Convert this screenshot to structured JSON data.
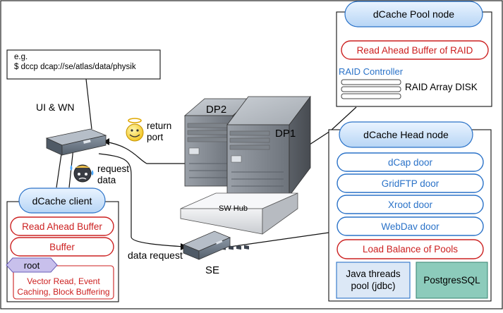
{
  "command_callout": {
    "line1": "e.g.",
    "line2": "$ dccp dcap://se/atlas/data/physik"
  },
  "ui_wn": {
    "label": "UI & WN"
  },
  "return_port": {
    "line1": "return",
    "line2": "port"
  },
  "request_data": {
    "line1": "request",
    "line2": "data"
  },
  "data_request": {
    "label": "data request"
  },
  "se": {
    "label": "SE"
  },
  "dp1": {
    "label": "DP1"
  },
  "dp2": {
    "label": "DP2"
  },
  "sw_hub": {
    "label": "SW Hub"
  },
  "pool_node": {
    "title": "dCache Pool node",
    "read_ahead": "Read Ahead Buffer of RAID",
    "raid_controller": "RAID Controller",
    "raid_disk": "RAID Array DISK"
  },
  "head_node": {
    "title": "dCache Head node",
    "doors": [
      "dCap door",
      "GridFTP door",
      "Xroot door",
      "WebDav door"
    ],
    "load_balance": "Load Balance of Pools",
    "java_threads_line1": "Java threads",
    "java_threads_line2": "pool (jdbc)",
    "postgres": "PostgresSQL"
  },
  "client": {
    "title": "dCache client",
    "read_ahead": "Read Ahead Buffer",
    "buffer": "Buffer",
    "root": "root",
    "vector_line1": "Vector Read, Event",
    "vector_line2": "Caching, Block Buffering"
  },
  "colors": {
    "pill_fill": "#c8e0f8",
    "pill_stroke": "#2a72c8",
    "blue_text": "#2a72c8",
    "red": "#cc2020",
    "java_fill": "#dce8f6",
    "postgres_fill": "#8ccbbb",
    "root_fill": "#c8c0ec"
  }
}
